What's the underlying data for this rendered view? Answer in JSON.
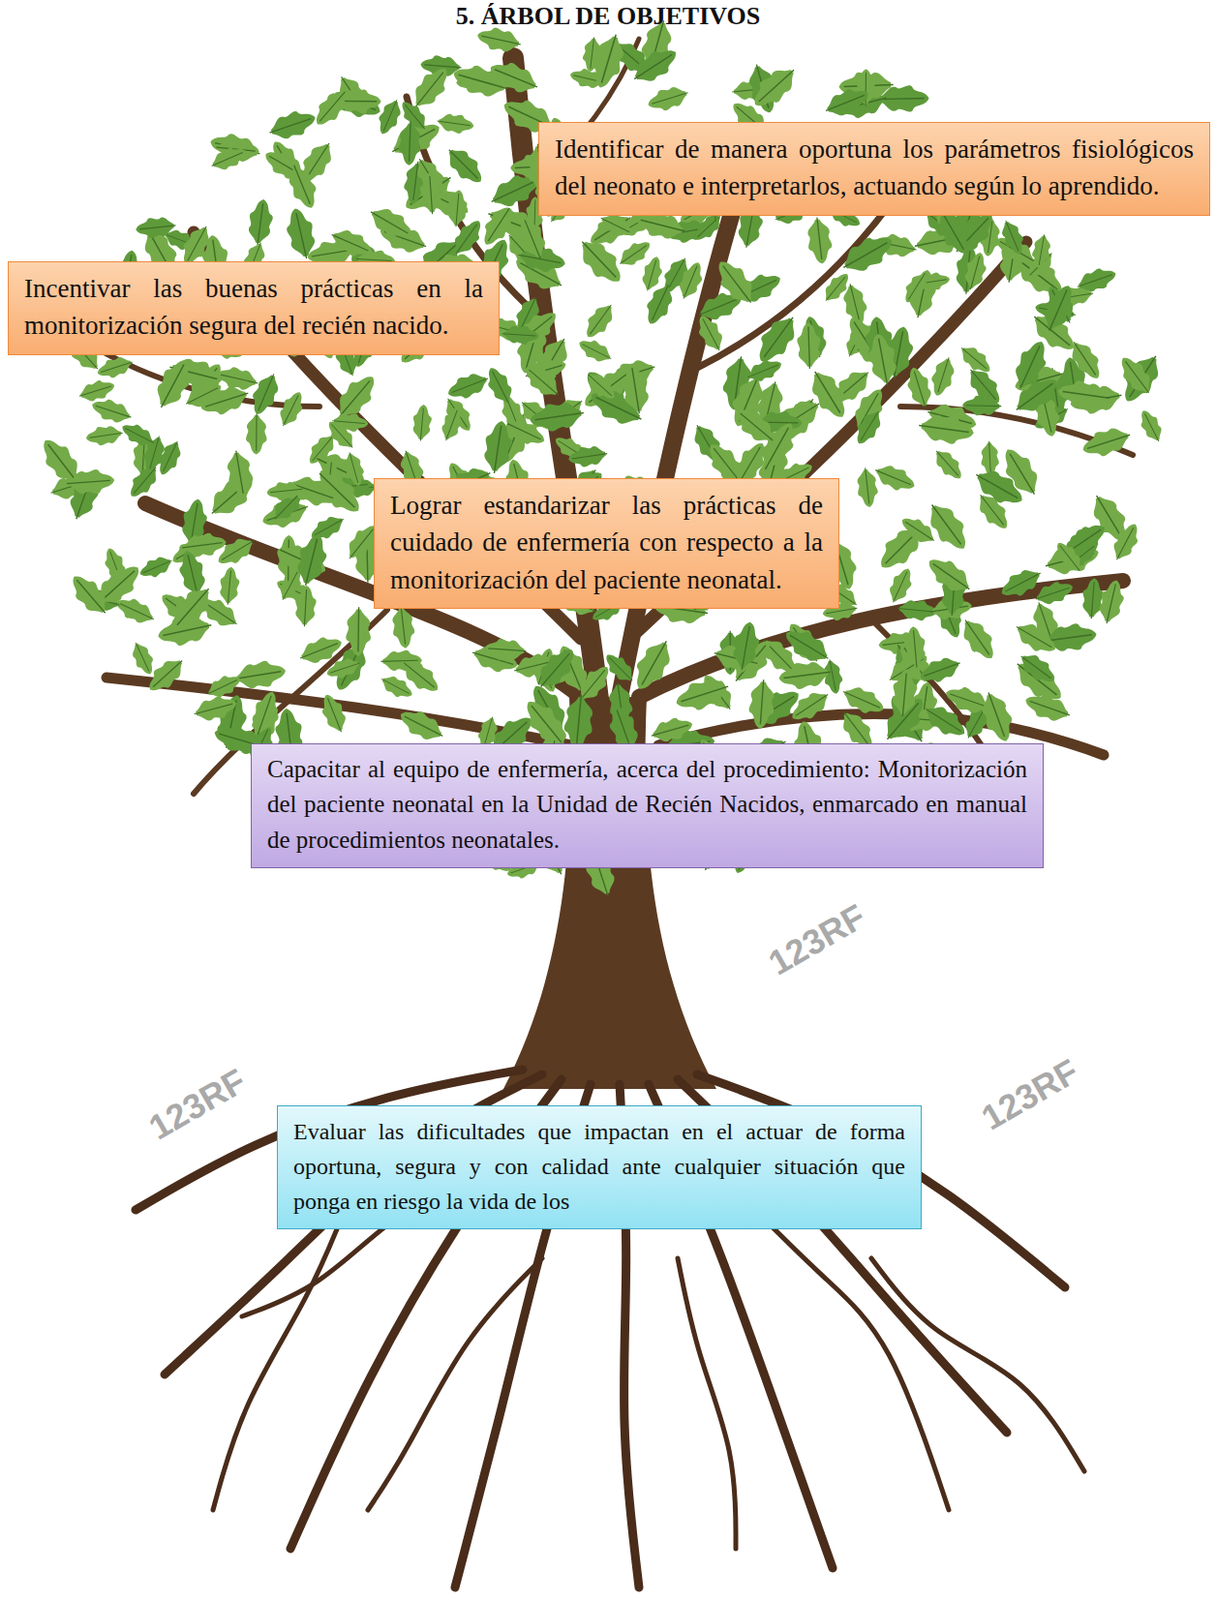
{
  "diagram": {
    "title": "5. ÁRBOL DE OBJETIVOS",
    "nodes": [
      {
        "text": [
          "Identificar de manera oportuna los parámetros fisiológicos del neonato e interpretarlos, actuando según lo aprendido."
        ]
      },
      {
        "text": [
          "Incentivar las buenas prácticas en la monitorización segura del recién nacido."
        ]
      },
      {
        "text": [
          "Lograr estandarizar las prácticas de cuidado de enfermería con respecto a la monitorización del paciente neonatal."
        ]
      },
      {
        "text": [
          "Capacitar al equipo de enfermería, acerca del procedimiento: Monitorización del paciente neonatal en la Unidad de Recién Nacidos, enmarcado en manual de procedimientos neonatales."
        ]
      },
      {
        "text": [
          "Evaluar las dificultades que impactan en el actuar de forma oportuna, segura y con calidad ante cualquier situación que ponga en riesgo la vida de los"
        ]
      }
    ],
    "labels": [
      "123RF",
      "123RF",
      "123RF"
    ]
  }
}
